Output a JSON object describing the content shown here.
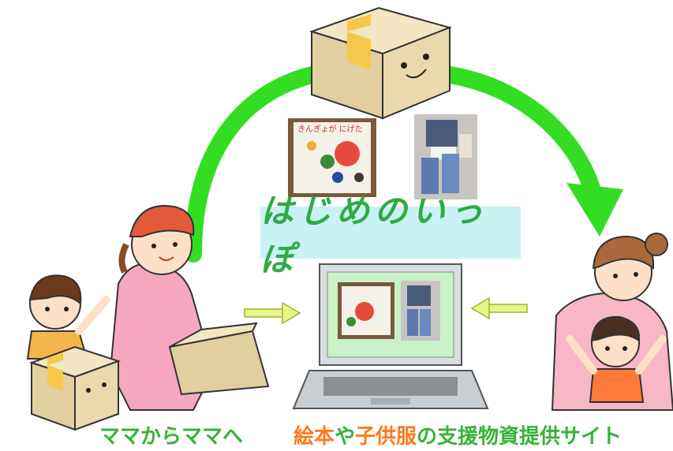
{
  "logo": {
    "text": "はじめのいっぽ"
  },
  "caption_left": {
    "text": "ママからママへ"
  },
  "caption_right": {
    "part1": "絵本",
    "part2": "や",
    "part3": "子供服",
    "part4": "の支援物資提供サイト"
  },
  "photos": {
    "picture_book_title": "きんぎょが にげた"
  },
  "colors": {
    "arrow_green": "#33dd22",
    "logo_band": "#c9f2f5",
    "caption_green": "#36b336",
    "caption_orange": "#ff7a1a",
    "box_tan": "#e9d9b0",
    "tape": "#f4c84a"
  },
  "icons": [
    "cardboard-box-icon",
    "curved-arrow-icon",
    "laptop-icon",
    "small-arrow-icon"
  ]
}
